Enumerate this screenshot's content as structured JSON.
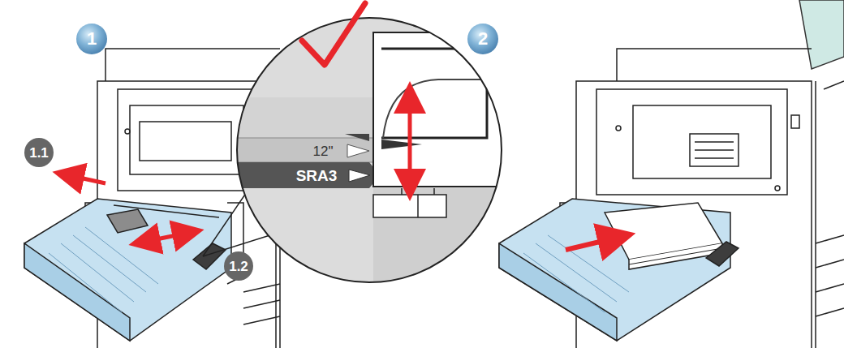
{
  "diagram": {
    "labels": [
      "1",
      "1.1",
      "12\"",
      "SRA3",
      "1.2",
      "2"
    ]
  }
}
